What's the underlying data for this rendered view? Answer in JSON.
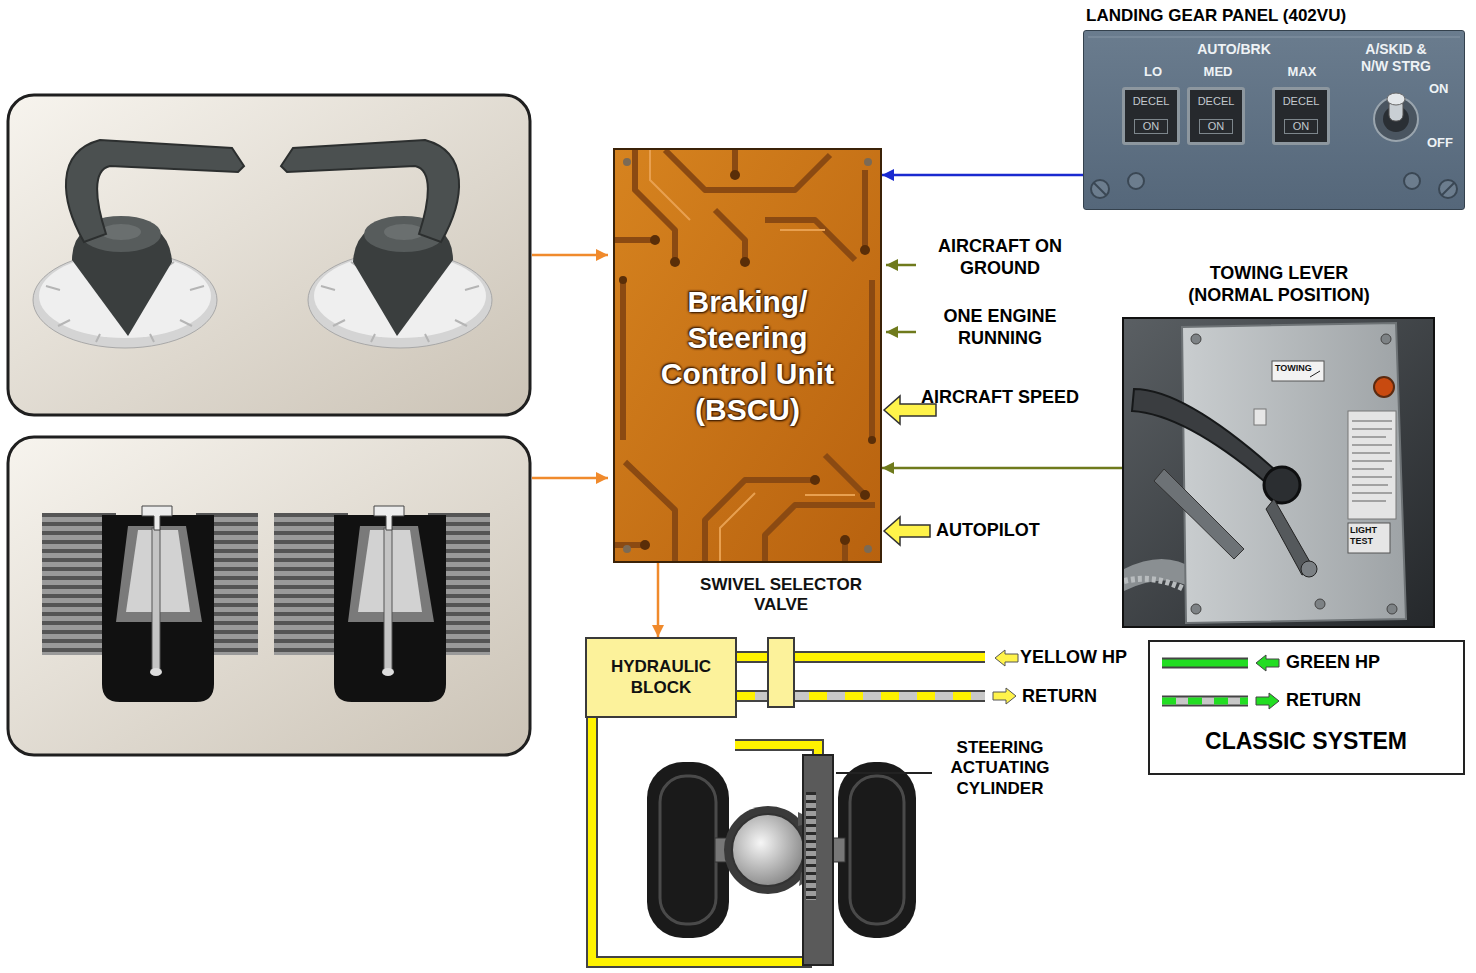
{
  "diagram": {
    "nodes": [
      {
        "text": [
          "LANDING GEAR PANEL (402VU)",
          "AUTO/BRK",
          "LO",
          "MED",
          "MAX",
          "A/SKID & N/W STRG",
          "ON",
          "OFF"
        ]
      },
      {
        "text": [
          "DECEL",
          "ON"
        ],
        "in": 0
      },
      {
        "text": [
          "DECEL",
          "ON"
        ],
        "in": 0
      },
      {
        "text": [
          "DECEL",
          "ON"
        ],
        "in": 0
      },
      {
        "text": [
          "Braking/ Steering Control Unit (BSCU)"
        ]
      },
      {
        "text": [
          "TOWING LEVER (NORMAL POSITION)",
          "TOWING",
          "LIGHT TEST"
        ]
      },
      {
        "text": [
          "HYDRAULIC BLOCK"
        ]
      },
      {
        "text": [
          "SWIVEL SELECTOR VALVE"
        ]
      },
      {
        "text": [
          "CLASSIC SYSTEM"
        ]
      }
    ],
    "edges": [
      {
        "from": 0,
        "to": 4,
        "arrow": "to"
      },
      {
        "from": 5,
        "to": 4,
        "arrow": "to"
      },
      {
        "from": 4,
        "to": 6,
        "arrow": "to"
      },
      {
        "from": 7,
        "to": 6,
        "arrow": "none"
      }
    ],
    "labels": [
      "AIRCRAFT ON GROUND",
      "ONE ENGINE RUNNING",
      "AIRCRAFT SPEED",
      "AUTOPILOT",
      "YELLOW HP",
      "RETURN",
      "STEERING ACTUATING CYLINDER"
    ],
    "legend": [
      {
        "text": "GREEN HP"
      },
      {
        "text": "RETURN"
      }
    ]
  }
}
